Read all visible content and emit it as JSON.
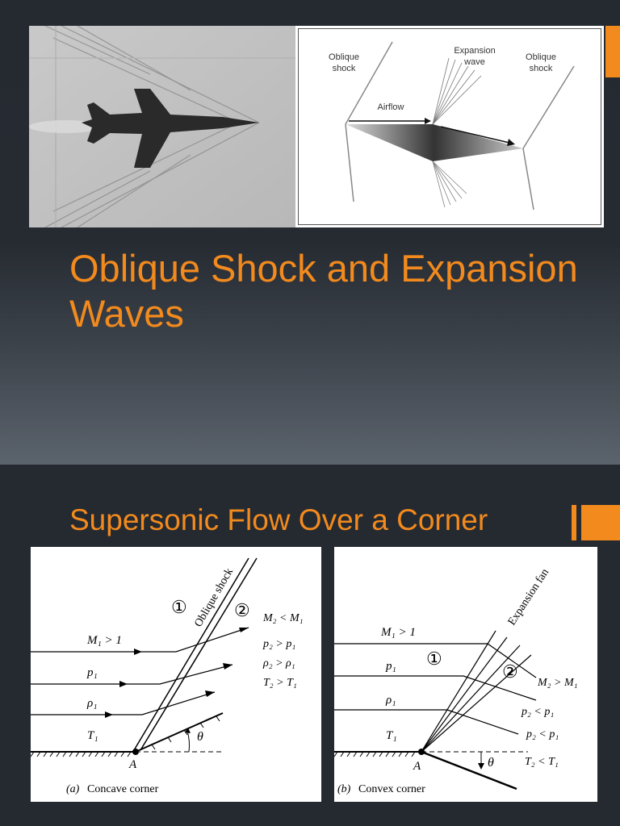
{
  "slide1": {
    "title": "Oblique Shock and Expansion Waves",
    "photo": {
      "description": "schlieren photograph of supersonic aircraft"
    },
    "diagram": {
      "oblique_shock_left": [
        "Oblique",
        "shock"
      ],
      "expansion_wave": [
        "Expansion",
        "wave"
      ],
      "oblique_shock_right": [
        "Oblique",
        "shock"
      ],
      "airflow": "Airflow"
    }
  },
  "slide2": {
    "title": "Supersonic Flow Over a Corner",
    "figure_a": {
      "caption_tag": "(a)",
      "caption": "Concave corner",
      "shock_label": "Oblique shock",
      "region1": "①",
      "region2": "②",
      "m1": "M₁ > 1",
      "p1": "p₁",
      "rho1": "ρ₁",
      "t1": "T₁",
      "relations": [
        "M₂ < M₁",
        "p₂ > p₁",
        "ρ₂ > ρ₁",
        "T₂ > T₁"
      ],
      "point": "A",
      "angle": "θ"
    },
    "figure_b": {
      "caption_tag": "(b)",
      "caption": "Convex corner",
      "fan_label": "Expansion fan",
      "region1": "①",
      "region2": "②",
      "m1": "M₁ > 1",
      "p1": "p₁",
      "rho1": "ρ₁",
      "t1": "T₁",
      "relations": [
        "M₂ > M₁",
        "p₂ < p₁",
        "p₂ < p₁",
        "T₂ < T₁"
      ],
      "point": "A",
      "angle": "θ"
    }
  },
  "colors": {
    "accent": "#f28a1e",
    "background": "#252a31"
  }
}
